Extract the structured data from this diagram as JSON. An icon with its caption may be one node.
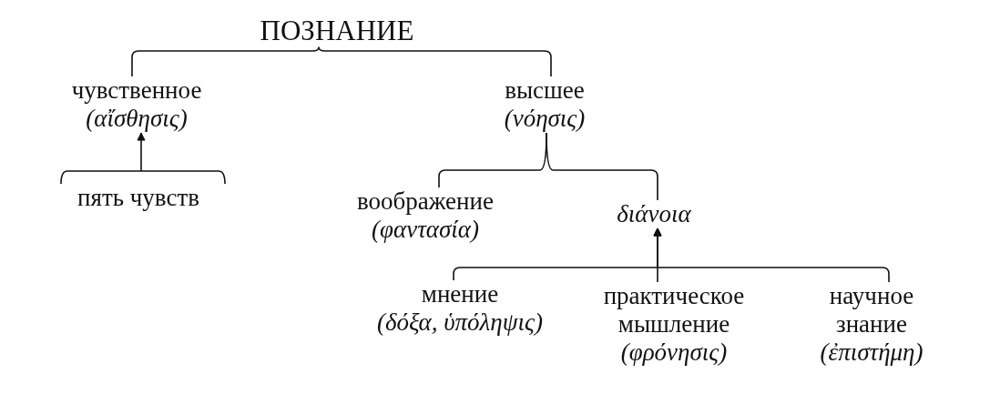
{
  "diagram": {
    "nodes": [
      {
        "text": [
          "ПОЗНАНИЕ"
        ]
      },
      {
        "text": [
          "чувственное",
          "(αἴσθησις)"
        ]
      },
      {
        "text": [
          "высшее",
          "(νόησις)"
        ]
      },
      {
        "text": [
          "пять чувств"
        ]
      },
      {
        "text": [
          "воображение",
          "(φαντασία)"
        ]
      },
      {
        "text": [
          "διάνοια"
        ]
      },
      {
        "text": [
          "мнение",
          "(δόξα, ὑπόληψις)"
        ]
      },
      {
        "text": [
          "практическое мышление",
          "(φρόνησις)"
        ]
      },
      {
        "text": [
          "научное знание",
          "(ἐπιστήμη)"
        ]
      }
    ],
    "edges": [
      {
        "from": 0,
        "to": 1,
        "arrow": "none"
      },
      {
        "from": 0,
        "to": 2,
        "arrow": "none"
      },
      {
        "from": 3,
        "to": 1,
        "arrow": "to"
      },
      {
        "from": 2,
        "to": 4,
        "arrow": "none"
      },
      {
        "from": 2,
        "to": 5,
        "arrow": "none"
      },
      {
        "from": 6,
        "to": 5,
        "arrow": "to"
      },
      {
        "from": 7,
        "to": 5,
        "arrow": "to"
      },
      {
        "from": 8,
        "to": 5,
        "arrow": "to"
      }
    ]
  }
}
